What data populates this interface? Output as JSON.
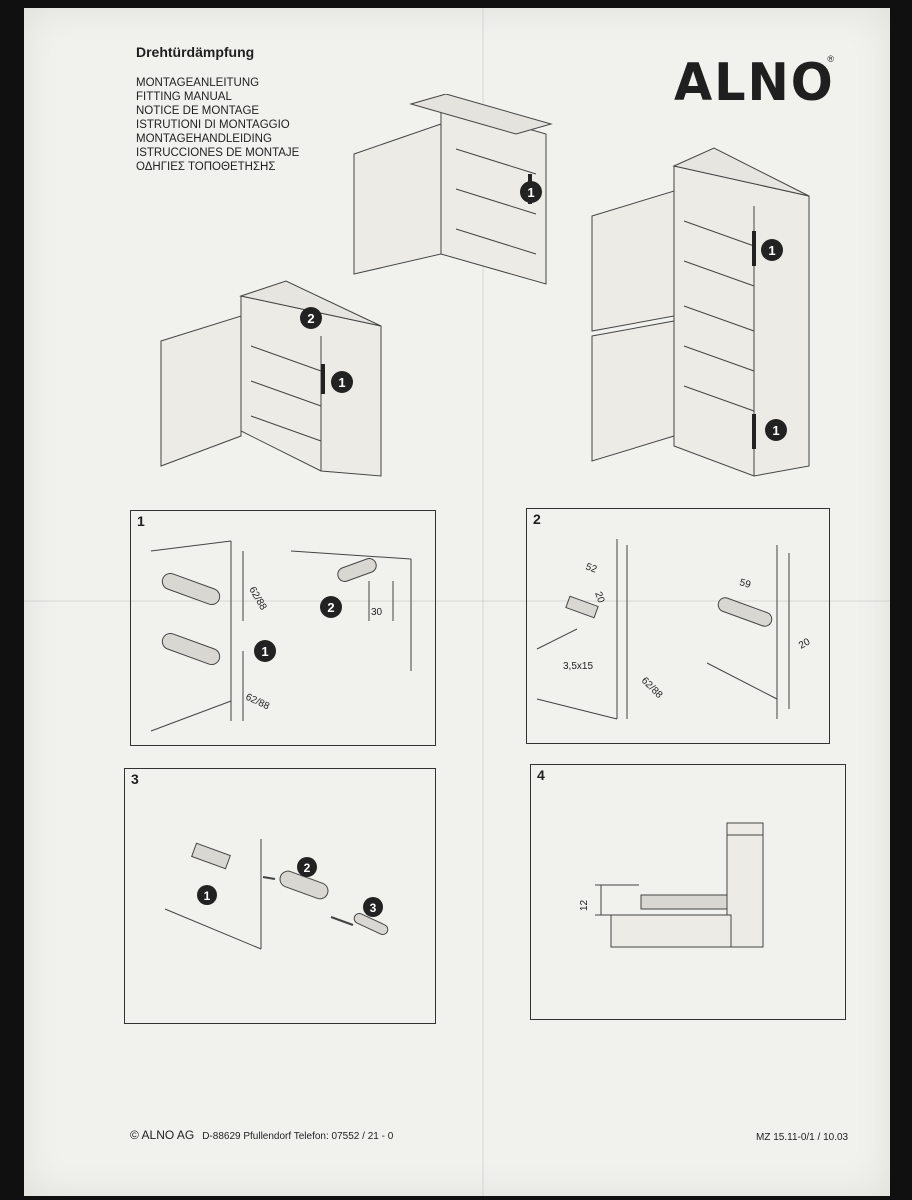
{
  "header": {
    "title": "Drehtürdämpfung",
    "languages": [
      "MONTAGEANLEITUNG",
      "FITTING MANUAL",
      "NOTICE DE MONTAGE",
      "ISTRUTIONI DI MONTAGGIO",
      "MONTAGEHANDLEIDING",
      "ISTRUCCIONES DE MONTAJE",
      "ΟΔΗΓΙΕΣ ΤΟΠΟΘΕΤΗΣΗΣ"
    ],
    "logo": "ALNO",
    "logo_mark": "®"
  },
  "callouts": {
    "one": "1",
    "two": "2",
    "three": "3"
  },
  "panels": [
    {
      "number": "1",
      "dim_top": "62/88",
      "dim_bottom": "62/88",
      "dim_side": "30"
    },
    {
      "number": "2",
      "dim_52": "52",
      "dim_20a": "20",
      "dim_59": "59",
      "dim_20b": "20",
      "screw": "3,5x15",
      "dim_6288": "62/88"
    },
    {
      "number": "3"
    },
    {
      "number": "4",
      "dim_12": "12"
    }
  ],
  "footer": {
    "company": "© ALNO AG",
    "address": "D-88629 Pfullendorf  Telefon: 07552 / 21 - 0",
    "code": "MZ 15.11-0/1 / 10.03"
  }
}
